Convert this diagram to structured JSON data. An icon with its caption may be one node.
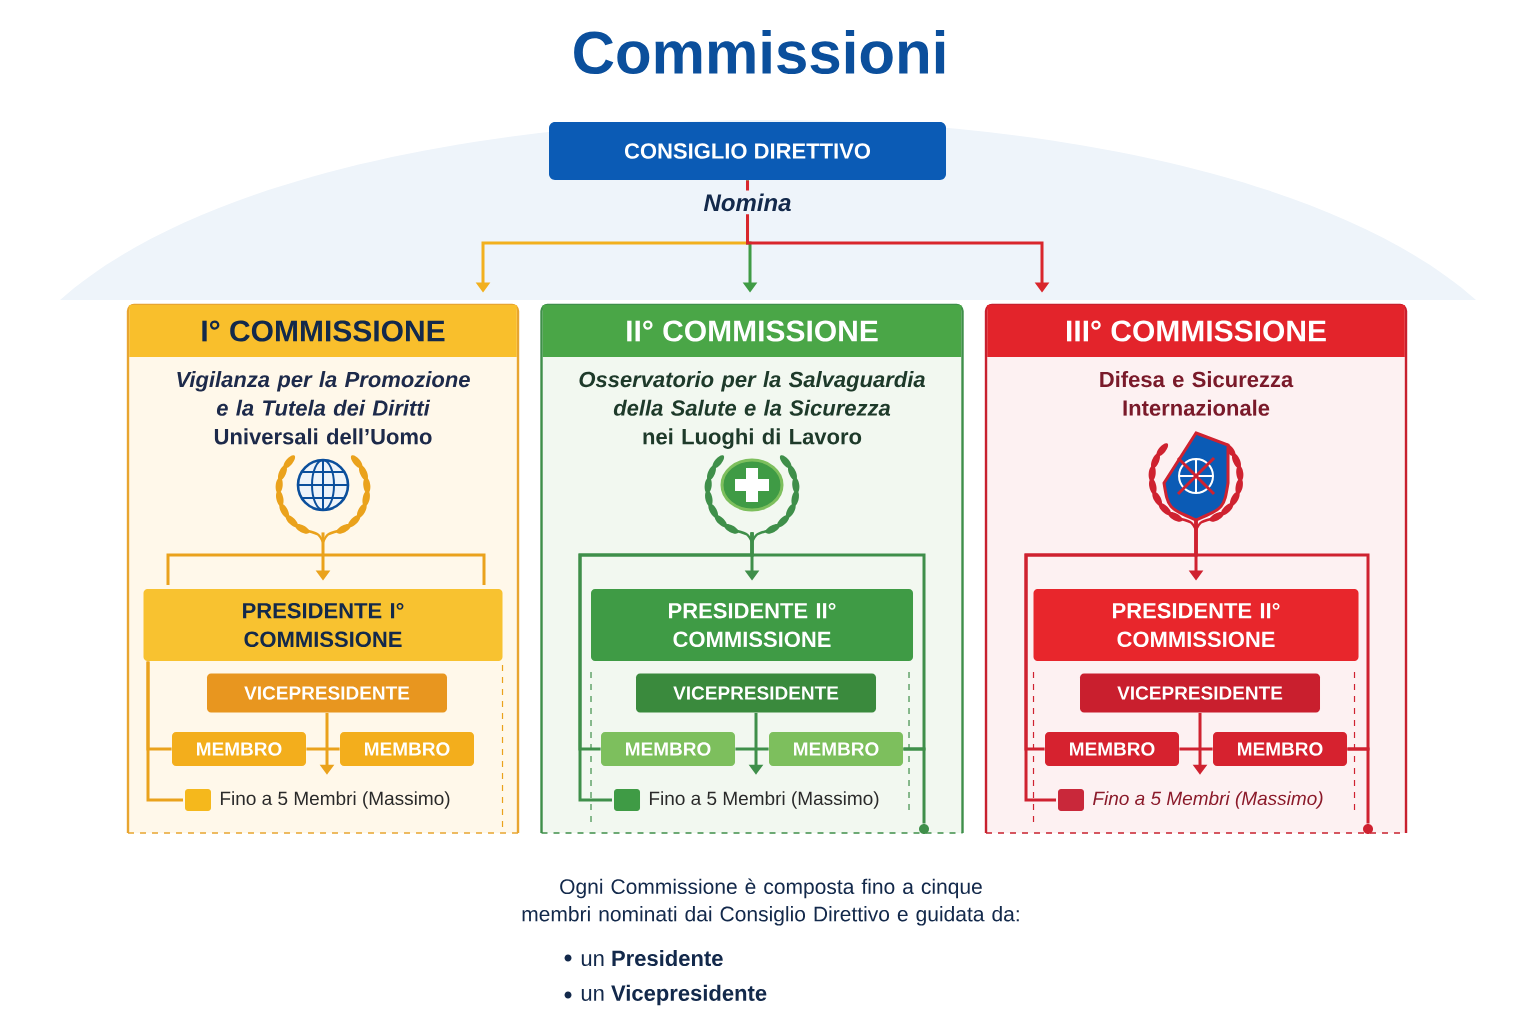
{
  "diagram": {
    "title": "Commissioni",
    "nodes": [
      {
        "text": [
          "CONSIGLIO DIRETTIVO"
        ]
      },
      {
        "text": [
          "I° COMMISSIONE",
          "*Vigilanza per la Promozione e la Tutela dei Diritti* Universali dell’Uomo"
        ]
      },
      {
        "text": [],
        "shape": "picture",
        "in": 1
      },
      {
        "text": [
          "PRESIDENTE I° COMMISSIONE"
        ],
        "in": 1
      },
      {
        "text": [
          "VICEPRESIDENTE"
        ],
        "in": 1
      },
      {
        "text": [
          "MEMBRO"
        ],
        "in": 1
      },
      {
        "text": [
          "MEMBRO"
        ],
        "in": 1
      },
      {
        "text": [
          "Fino a 5 Membri (Massimo)"
        ],
        "in": 1
      },
      {
        "text": [
          "II° COMMISSIONE",
          "*Osservatorio per la Salvaguardia della Salute e la Sicurezza* nei Luoghi di Lavoro"
        ]
      },
      {
        "text": [],
        "shape": "picture",
        "in": 8
      },
      {
        "text": [
          "PRESIDENTE II° COMMISSIONE"
        ],
        "in": 8
      },
      {
        "text": [
          "VICEPRESIDENTE"
        ],
        "in": 8
      },
      {
        "text": [
          "MEMBRO"
        ],
        "in": 8
      },
      {
        "text": [
          "MEMBRO"
        ],
        "in": 8
      },
      {
        "text": [
          "Fino a 5 Membri (Massimo)"
        ],
        "in": 8
      },
      {
        "text": [
          "III° COMMISSIONE",
          "Difesa e Sicurezza Internazionale"
        ]
      },
      {
        "text": [],
        "shape": "picture",
        "in": 15
      },
      {
        "text": [
          "PRESIDENTE II° COMMISSIONE"
        ],
        "in": 15
      },
      {
        "text": [
          "VICEPRESIDENTE"
        ],
        "in": 15
      },
      {
        "text": [
          "MEMBRO"
        ],
        "in": 15
      },
      {
        "text": [
          "MEMBRO"
        ],
        "in": 15
      },
      {
        "text": [
          "Fino a 5 Membri (Massimo)"
        ],
        "in": 15
      },
      {
        "text": [],
        "shape": "circle",
        "in": 8
      },
      {
        "text": [],
        "shape": "circle",
        "in": 15
      }
    ],
    "edges": [
      {
        "from": 0,
        "to": 1,
        "arrow": "to",
        "color": "#f2b01e"
      },
      {
        "from": 0,
        "to": 8,
        "arrow": "to",
        "label": "Nomina",
        "color": "#3f9b45"
      },
      {
        "from": 0,
        "to": 15,
        "arrow": "to",
        "color": "#d9262c"
      },
      {
        "from": 2,
        "to": 3,
        "arrow": "to",
        "color": "#eaa21c"
      },
      {
        "from": 4,
        "to": 7,
        "arrow": "to",
        "color": "#eaa21c"
      },
      {
        "from": 3,
        "to": 7,
        "arrow": "none",
        "color": "#eaa21c"
      },
      {
        "from": 3,
        "to": 5,
        "arrow": "none",
        "color": "#eaa21c"
      },
      {
        "from": 5,
        "to": 6,
        "arrow": "none",
        "color": "#eaa21c"
      },
      {
        "from": 9,
        "to": 10,
        "arrow": "to",
        "color": "#3f8f4a"
      },
      {
        "from": 11,
        "to": 14,
        "arrow": "to",
        "color": "#3f8f4a"
      },
      {
        "from": 9,
        "to": 14,
        "arrow": "none",
        "color": "#3f8f4a"
      },
      {
        "from": 9,
        "to": 12,
        "arrow": "none",
        "color": "#3f8f4a"
      },
      {
        "from": 9,
        "to": 13,
        "arrow": "none",
        "color": "#3f8f4a"
      },
      {
        "from": 13,
        "to": 22,
        "arrow": "none",
        "color": "#3f8f4a"
      },
      {
        "from": 12,
        "to": 13,
        "arrow": "none",
        "color": "#3f8f4a"
      },
      {
        "from": 16,
        "to": 17,
        "arrow": "to",
        "color": "#cf2230"
      },
      {
        "from": 18,
        "to": 21,
        "arrow": "to",
        "color": "#cf2230"
      },
      {
        "from": 16,
        "to": 21,
        "arrow": "none",
        "color": "#cf2230"
      },
      {
        "from": 16,
        "to": 19,
        "arrow": "none",
        "color": "#cf2230"
      },
      {
        "from": 16,
        "to": 20,
        "arrow": "none",
        "color": "#cf2230"
      },
      {
        "from": 20,
        "to": 23,
        "arrow": "none",
        "color": "#cf2230"
      },
      {
        "from": 19,
        "to": 20,
        "arrow": "none",
        "color": "#cf2230"
      }
    ],
    "labels": [
      "Ogni Commissione è composta fino a cinque membri nominati dai Consiglio Direttivo e guidata da:",
      "un **Presidente**",
      "un **Vicepresidente**"
    ]
  }
}
